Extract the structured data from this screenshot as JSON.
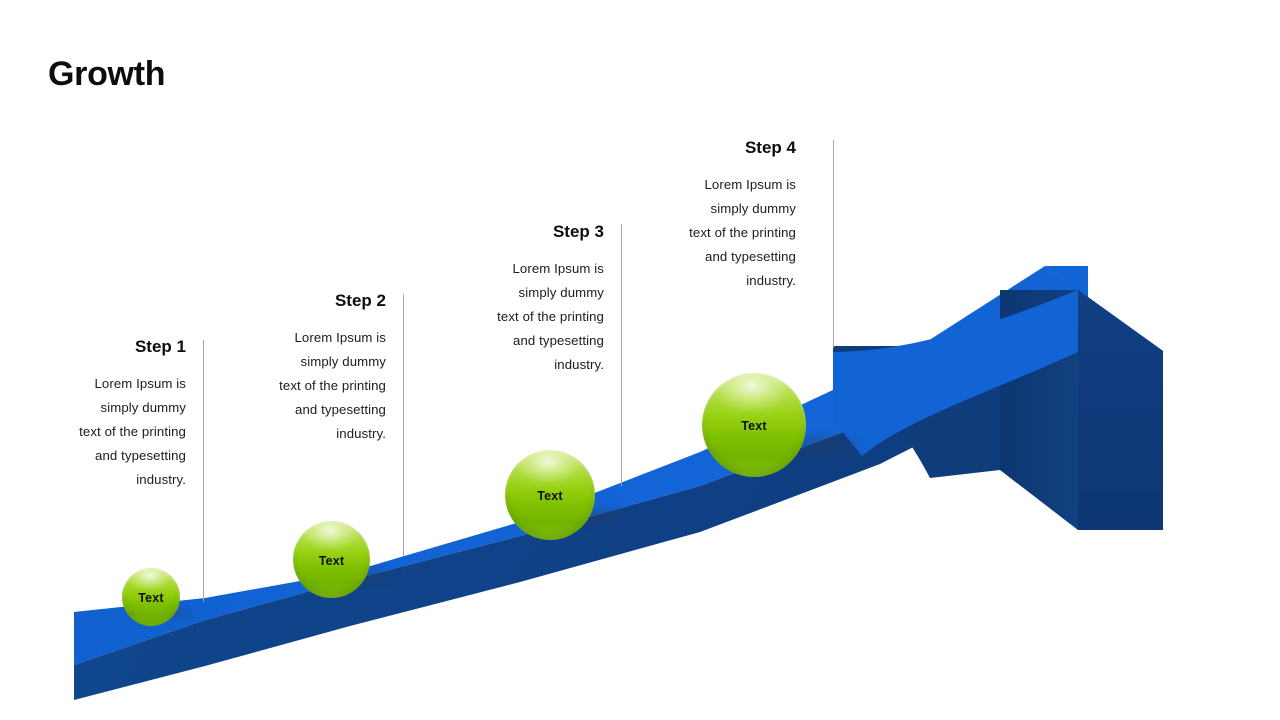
{
  "slide": {
    "title": "Growth",
    "background_color": "#ffffff"
  },
  "colors": {
    "arrow_top": "#1161d0",
    "arrow_top_light": "#1565d8",
    "arrow_side_dark": "#0f3d7c",
    "arrow_head_side": "#123e7e",
    "sphere_green_light": "#c9e775",
    "sphere_green_mid": "#8cc81e",
    "sphere_green_dark": "#74b300",
    "divider_gray": "#a6a6a6",
    "text_dark": "#0d0d0d"
  },
  "steps": [
    {
      "heading": "Step 1",
      "body": "Lorem Ipsum is simply dummy text of the printing and typesetting industry.",
      "marker_label": "Text"
    },
    {
      "heading": "Step 2",
      "body": "Lorem Ipsum is simply dummy text of the printing and typesetting industry.",
      "marker_label": "Text"
    },
    {
      "heading": "Step 3",
      "body": "Lorem Ipsum is simply dummy text of the printing and typesetting industry.",
      "marker_label": "Text"
    },
    {
      "heading": "Step 4",
      "body": "Lorem Ipsum is simply dummy text of the printing and typesetting industry.",
      "marker_label": "Text"
    }
  ]
}
